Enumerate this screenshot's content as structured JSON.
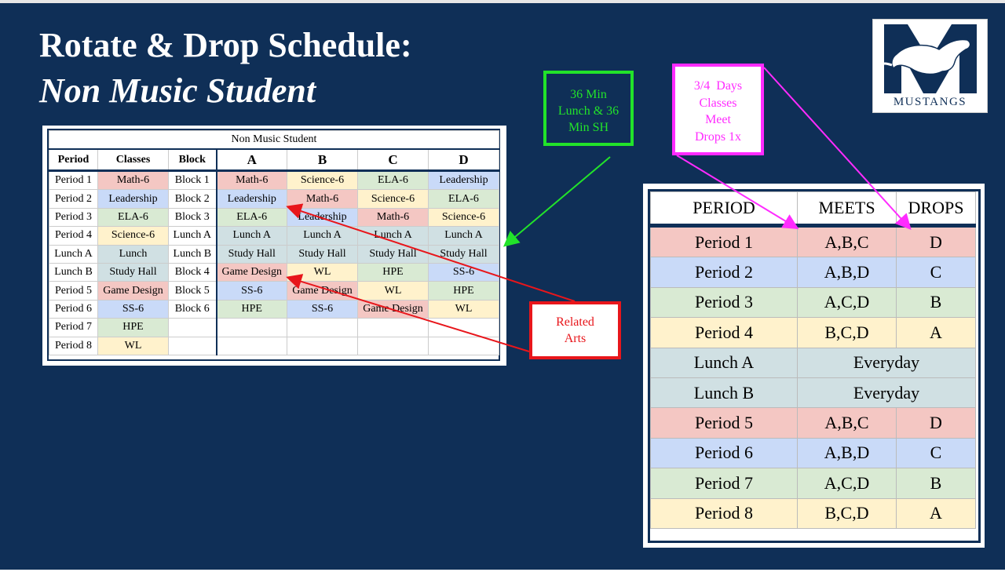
{
  "title_line1": "Rotate & Drop Schedule:",
  "title_line2": "Non Music Student",
  "logo_text": "MUSTANGS",
  "colors": {
    "background": "#0f2f57",
    "pink": "#f4c7c3",
    "blue": "#c9daf8",
    "green": "#d9ead3",
    "yellow": "#fff2cc",
    "teal": "#d0e0e3",
    "callout_green": "#22e32a",
    "callout_magenta": "#ff2bff",
    "callout_red": "#e8161b"
  },
  "left_table": {
    "title": "Non Music Student",
    "headers": [
      "Period",
      "Classes",
      "Block",
      "A",
      "B",
      "C",
      "D"
    ],
    "rows": [
      [
        "Period 1",
        "Math-6",
        "Block 1",
        "Math-6",
        "Science-6",
        "ELA-6",
        "Leadership"
      ],
      [
        "Period 2",
        "Leadership",
        "Block 2",
        "Leadership",
        "Math-6",
        "Science-6",
        "ELA-6"
      ],
      [
        "Period 3",
        "ELA-6",
        "Block 3",
        "ELA-6",
        "Leadership",
        "Math-6",
        "Science-6"
      ],
      [
        "Period 4",
        "Science-6",
        "Lunch A",
        "Lunch A",
        "Lunch A",
        "Lunch A",
        "Lunch A"
      ],
      [
        "Lunch A",
        "Lunch",
        "Lunch B",
        "Study Hall",
        "Study Hall",
        "Study Hall",
        "Study Hall"
      ],
      [
        "Lunch B",
        "Study Hall",
        "Block 4",
        "Game Design",
        "WL",
        "HPE",
        "SS-6"
      ],
      [
        "Period 5",
        "Game Design",
        "Block 5",
        "SS-6",
        "Game Design",
        "WL",
        "HPE"
      ],
      [
        "Period 6",
        "SS-6",
        "Block 6",
        "HPE",
        "SS-6",
        "Game Design",
        "WL"
      ],
      [
        "Period 7",
        "HPE",
        "",
        "",
        "",
        "",
        ""
      ],
      [
        "Period 8",
        "WL",
        "",
        "",
        "",
        "",
        ""
      ]
    ]
  },
  "right_table": {
    "headers": [
      "PERIOD",
      "MEETS",
      "DROPS"
    ],
    "rows": [
      {
        "period": "Period 1",
        "meets": "A,B,C",
        "drops": "D"
      },
      {
        "period": "Period 2",
        "meets": "A,B,D",
        "drops": "C"
      },
      {
        "period": "Period 3",
        "meets": "A,C,D",
        "drops": "B"
      },
      {
        "period": "Period 4",
        "meets": "B,C,D",
        "drops": "A"
      },
      {
        "period": "Lunch A",
        "meets": "Everyday",
        "drops": ""
      },
      {
        "period": "Lunch B",
        "meets": "Everyday",
        "drops": ""
      },
      {
        "period": "Period 5",
        "meets": "A,B,C",
        "drops": "D"
      },
      {
        "period": "Period 6",
        "meets": "A,B,D",
        "drops": "C"
      },
      {
        "period": "Period 7",
        "meets": "A,C,D",
        "drops": "B"
      },
      {
        "period": "Period 8",
        "meets": "B,C,D",
        "drops": "A"
      }
    ]
  },
  "callouts": {
    "green": [
      "36 Min",
      "Lunch & 36",
      "Min SH"
    ],
    "magenta": [
      "3/4  Days",
      "Classes",
      "Meet",
      "Drops 1x"
    ],
    "red": [
      "Related",
      "Arts"
    ]
  }
}
